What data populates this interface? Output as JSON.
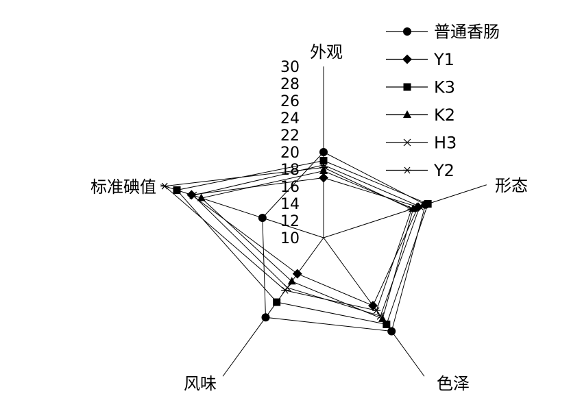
{
  "chart_data": {
    "type": "radar",
    "axes": [
      "外观",
      "形态",
      "色泽",
      "风味",
      "标准碘值"
    ],
    "range": [
      10,
      30
    ],
    "ticks": [
      10,
      12,
      14,
      16,
      18,
      20,
      22,
      24,
      26,
      28,
      30
    ],
    "series": [
      {
        "name": "普通香肠",
        "marker": "circle",
        "values": [
          20.0,
          22.5,
          23.5,
          21.5,
          17.5
        ]
      },
      {
        "name": "Y1",
        "marker": "diamond",
        "values": [
          17.0,
          21.6,
          19.8,
          15.2,
          26.2
        ]
      },
      {
        "name": "K3",
        "marker": "square",
        "values": [
          19.0,
          22.8,
          22.5,
          19.3,
          28.0
        ]
      },
      {
        "name": "K2",
        "marker": "triangle",
        "values": [
          17.8,
          21.0,
          21.7,
          16.3,
          25.0
        ]
      },
      {
        "name": "H3",
        "marker": "x",
        "values": [
          18.5,
          21.8,
          21.3,
          17.2,
          26.0
        ]
      },
      {
        "name": "Y2",
        "marker": "asterisk",
        "values": [
          18.2,
          20.8,
          20.5,
          17.6,
          29.5
        ]
      }
    ]
  }
}
